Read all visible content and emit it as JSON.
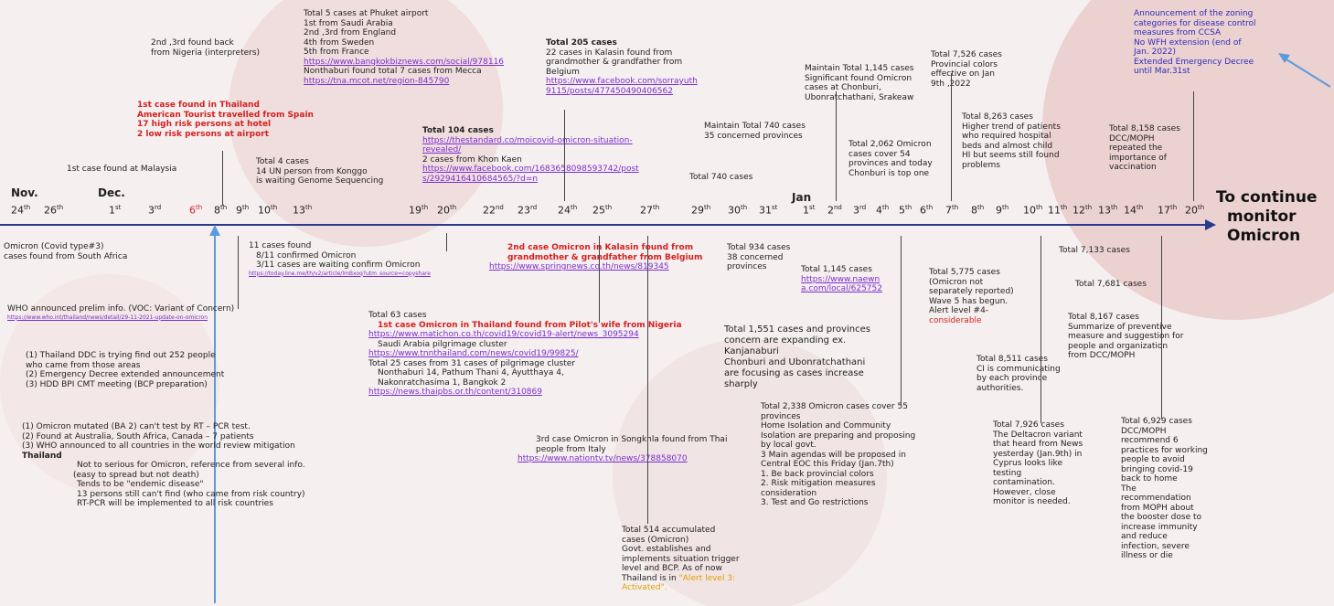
{
  "timeline": {
    "months": {
      "nov": "Nov.",
      "dec": "Dec.",
      "jan": "Jan"
    },
    "ticks": [
      "24th",
      "26th",
      "1st",
      "3rd",
      "6th",
      "8th",
      "9th",
      "10th",
      "13th",
      "19th",
      "20th",
      "22nd",
      "23rd",
      "24th",
      "25th",
      "27th",
      "29th",
      "30th",
      "31st",
      "1st",
      "2nd",
      "3rd",
      "4th",
      "5th",
      "6th",
      "7th",
      "8th",
      "9th",
      "10th",
      "11th",
      "12th",
      "13th",
      "14th",
      "17th",
      "20th"
    ],
    "continue": [
      "To continue",
      "monitor",
      "Omicron"
    ]
  },
  "above": {
    "malaysia": "1st case found at Malaysia",
    "nigeria": [
      "2nd ,3rd found back",
      "from Nigeria (interpreters)"
    ],
    "first_thailand": [
      "1st case found in Thailand",
      "American Tourist travelled from Spain",
      "17 high risk persons at hotel",
      "2 low risk persons at airport"
    ],
    "un_person": [
      "Total 4 cases",
      "14 UN person from Konggo",
      "is waiting Genome Sequencing"
    ],
    "phuket": [
      "Total 5 cases at Phuket airport",
      "1st from Saudi Arabia",
      "2nd ,3rd from England",
      "4th from Sweden",
      "5th from France",
      "https://www.bangkokbiznews.com/social/978116",
      "Nonthaburi found total 7 cases from Mecca",
      "https://tna.mcot.net/region-845790"
    ],
    "total104": [
      "Total 104 cases",
      "https://thestandard.co/moicovid-omicron-situation-",
      "revealed/",
      "2 cases from Khon Kaen",
      "https://www.facebook.com/1683658098593742/post",
      "s/2929416410684565/?d=n"
    ],
    "total205": [
      "Total 205 cases",
      "22 cases in Kalasin found from",
      "grandmother & grandfather from",
      "Belgium",
      "https://www.facebook.com/sorrayuth",
      "9115/posts/477450490406562"
    ],
    "total740a": [
      "Maintain Total 740 cases",
      "35 concerned provinces"
    ],
    "total740b": "Total 740 cases",
    "total1145": [
      "Maintain Total 1,145 cases",
      "Significant found Omicron",
      "cases at Chonburi,",
      "Ubonratchathani, Srakeaw"
    ],
    "total2062": [
      "Total 2,062 Omicron",
      "cases cover 54",
      "provinces and today",
      "Chonburi is top one"
    ],
    "total7526": [
      "Total 7,526 cases",
      "Provincial colors",
      "effective on Jan",
      "9th ,2022"
    ],
    "total8263": [
      "Total 8,263 cases",
      "Higher trend of patients",
      "who required hospital",
      "beds and almost child",
      "HI but seems still found",
      "problems"
    ],
    "total8158": [
      "Total 8,158 cases",
      "DCC/MOPH",
      "repeated the",
      "importance of",
      "vaccination"
    ],
    "announce": [
      "Announcement of the zoning",
      "categories for disease control",
      "measures from CCSA",
      "No WFH extension (end of",
      "Jan. 2022)",
      "Extended Emergency Decree",
      "until Mar.31st"
    ]
  },
  "below": {
    "south_africa": [
      "Omicron (Covid type#3)",
      "cases found from South Africa"
    ],
    "who": [
      "WHO announced prelim info. (VOC: Variant of Concern)",
      "https://www.who.int/thailand/news/detail/29-11-2021-update-on-omicron"
    ],
    "ddc": [
      "(1)    Thailand DDC is trying find out 252 people",
      "who came from those areas",
      "(2)   Emergency Decree extended announcement",
      "(3)   HDD BPI CMT meeting (BCP preparation)"
    ],
    "ba2": [
      "(1)    Omicron mutated (BA 2) can't test by RT – PCR test.",
      "(2)    Found at Australia, South Africa, Canada – 7 patients",
      "(3)    WHO announced to all countries in the world review mitigation",
      "Thailand",
      "Not to serious for Omicron, reference from several info.",
      "(easy to spread but not death)",
      "Tends to be \"endemic disease\"",
      "13 persons still can't find (who came from risk country)",
      "RT-PCR will be implemented to all risk countries"
    ],
    "eleven": [
      "11 cases found",
      "8/11 confirmed Omicron",
      "3/11 cases are waiting confirm Omicron",
      "https://today.line.me/th/v2/article/lmBxoq?utm_source=copyshare"
    ],
    "total63": [
      "Total 63 cases",
      "1st case Omicron in Thailand found from Pilot's wife from Nigeria",
      "https://www.matichon.co.th/covid19/covid19-alert/news_3095294",
      "Saudi Arabia pilgrimage cluster",
      "https://www.tnnthailand.com/news/covid19/99825/",
      "Total 25 cases from 31 cases of pilgrimage cluster",
      "Nonthaburi 14, Pathum Thani 4, Ayutthaya 4,",
      "Nakonratchasima 1, Bangkok 2",
      "https://news.thaipbs.or.th/content/310869"
    ],
    "kalasin2": [
      "2nd case Omicron in Kalasin found from",
      "grandmother & grandfather from Belgium",
      "https://www.springnews.co.th/news/819345"
    ],
    "songkhla": [
      "3rd case Omicron in Songkhla found from Thai",
      "people from Italy",
      "https://www.nationtv.tv/news/378858070"
    ],
    "total514": [
      "Total 514 accumulated",
      "cases (Omicron)",
      "Govt. establishes and",
      "implements situation trigger",
      "level and BCP. As of now",
      "Thailand is in",
      "\"Alert level 3:",
      "Activated\"."
    ],
    "total934": [
      "Total 934 cases",
      "38 concerned",
      "provinces"
    ],
    "total1145b": [
      "Total 1,145 cases",
      "https://www.naewn",
      "a.com/local/625752"
    ],
    "total1551": [
      "Total 1,551 cases and provinces",
      "concern are expanding ex.",
      "Kanjanaburi",
      "Chonburi and Ubonratchathani",
      "are focusing as cases increase",
      "sharply"
    ],
    "total2338": [
      "Total 2,338 Omicron cases cover 55",
      "provinces",
      "Home Isolation and Community",
      "Isolation are preparing and proposing",
      "by local govt.",
      "3 Main agendas will be proposed in",
      "Central EOC this Friday (Jan.7th)",
      "1.      Be back provincial colors",
      "2.      Risk mitigation measures",
      "         consideration",
      "3.      Test and Go restrictions"
    ],
    "total5775": [
      "Total 5,775 cases",
      "(Omicron not",
      "separately reported)",
      "Wave 5 has begun.",
      "Alert level #4-",
      "considerable"
    ],
    "total8511": [
      "Total 8,511 cases",
      "CI is communicating",
      "by each province",
      "authorities."
    ],
    "total7926": [
      "Total 7,926 cases",
      "The Deltacron variant",
      "that heard from News",
      "yesterday (Jan.9th) in",
      "Cyprus looks like",
      "testing",
      "contamination.",
      "However, close",
      "monitor is needed."
    ],
    "total7133": "Total 7,133 cases",
    "total7681": "Total 7,681 cases",
    "total8167": [
      "Total 8,167 cases",
      "Summarize of preventive",
      "measure and suggestion for",
      "people and organization",
      "from DCC/MOPH"
    ],
    "total6929": [
      "Total 6,929 cases",
      "DCC/MOPH",
      "recommend 6",
      "practices for working",
      "people to avoid",
      "bringing covid-19",
      "back to home",
      "The",
      "recommendation",
      "from MOPH about",
      "the booster dose to",
      "increase immunity",
      "and reduce",
      "infection, severe",
      "illness or die"
    ]
  },
  "colors": {
    "axis": "#2a3a8c",
    "red": "#d42020",
    "link": "#7a2fd0",
    "blue": "#2c2cb8",
    "arrow": "#5a9be0"
  }
}
